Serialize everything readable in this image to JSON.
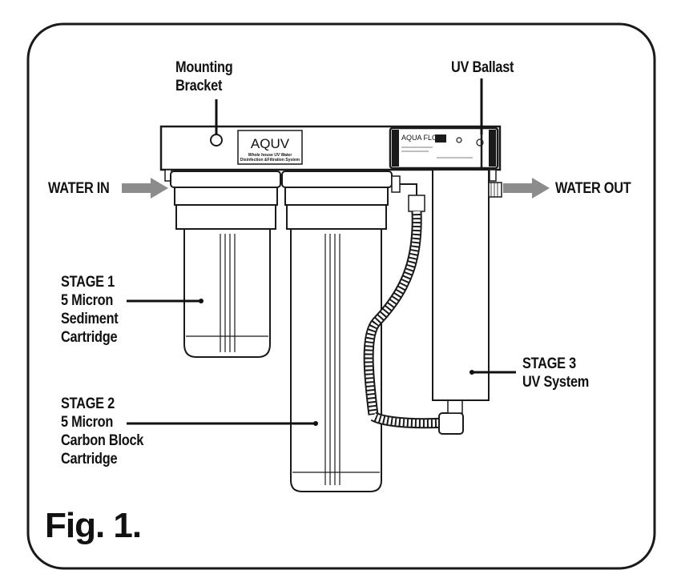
{
  "figure_label": "Fig. 1.",
  "labels": {
    "mounting_bracket": [
      "Mounting",
      "Bracket"
    ],
    "uv_ballast": "UV Ballast",
    "water_in": "WATER IN",
    "water_out": "WATER OUT",
    "stage1": [
      "STAGE 1",
      "5 Micron",
      "Sediment",
      "Cartridge"
    ],
    "stage2": [
      "STAGE 2",
      "5 Micron",
      "Carbon Block",
      "Cartridge"
    ],
    "stage3": [
      "STAGE 3",
      "UV System"
    ]
  },
  "bracket_brand": "AQUV",
  "bracket_brand_subtitle": [
    "Whole house UV Water",
    "Disinfection &Filtration System"
  ],
  "ballast_brand": "AQUA FLO",
  "colors": {
    "outline": "#1a1a1a",
    "arrow": "#8c8c8c",
    "background": "#ffffff"
  }
}
